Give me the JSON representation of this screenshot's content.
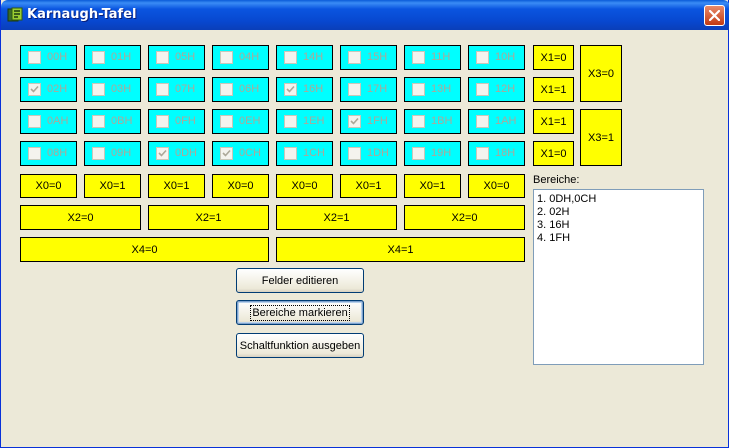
{
  "window": {
    "title": "Karnaugh-Tafel"
  },
  "grid": {
    "rows": [
      [
        {
          "label": "00H",
          "checked": false
        },
        {
          "label": "01H",
          "checked": false
        },
        {
          "label": "05H",
          "checked": false
        },
        {
          "label": "04H",
          "checked": false
        },
        {
          "label": "14H",
          "checked": false
        },
        {
          "label": "15H",
          "checked": false
        },
        {
          "label": "11H",
          "checked": false
        },
        {
          "label": "10H",
          "checked": false
        }
      ],
      [
        {
          "label": "02H",
          "checked": true
        },
        {
          "label": "03H",
          "checked": false
        },
        {
          "label": "07H",
          "checked": false
        },
        {
          "label": "06H",
          "checked": false
        },
        {
          "label": "16H",
          "checked": true
        },
        {
          "label": "17H",
          "checked": false
        },
        {
          "label": "13H",
          "checked": false
        },
        {
          "label": "12H",
          "checked": false
        }
      ],
      [
        {
          "label": "0AH",
          "checked": false
        },
        {
          "label": "0BH",
          "checked": false
        },
        {
          "label": "0FH",
          "checked": false
        },
        {
          "label": "0EH",
          "checked": false
        },
        {
          "label": "1EH",
          "checked": false
        },
        {
          "label": "1FH",
          "checked": true
        },
        {
          "label": "1BH",
          "checked": false
        },
        {
          "label": "1AH",
          "checked": false
        }
      ],
      [
        {
          "label": "08H",
          "checked": false
        },
        {
          "label": "09H",
          "checked": false
        },
        {
          "label": "0DH",
          "checked": true
        },
        {
          "label": "0CH",
          "checked": true
        },
        {
          "label": "1CH",
          "checked": false
        },
        {
          "label": "1DH",
          "checked": false
        },
        {
          "label": "19H",
          "checked": false
        },
        {
          "label": "18H",
          "checked": false
        }
      ]
    ]
  },
  "right_labels": {
    "x1": [
      "X1=0",
      "X1=1",
      "X1=1",
      "X1=0"
    ],
    "x3": [
      "X3=0",
      "X3=1"
    ]
  },
  "bottom_labels": {
    "x0": [
      "X0=0",
      "X0=1",
      "X0=1",
      "X0=0",
      "X0=0",
      "X0=1",
      "X0=1",
      "X0=0"
    ],
    "x2": [
      "X2=0",
      "X2=1",
      "X2=1",
      "X2=0"
    ],
    "x4": [
      "X4=0",
      "X4=1"
    ]
  },
  "buttons": {
    "edit": "Felder editieren",
    "mark": "Bereiche markieren",
    "output": "Schaltfunktion ausgeben"
  },
  "areas": {
    "label": "Bereiche:",
    "items": [
      "1. 0DH,0CH",
      "2. 02H",
      "3. 16H",
      "4. 1FH"
    ]
  },
  "colors": {
    "cell_bg": "#00FFFF",
    "label_bg": "#FFFF00",
    "window_bg": "#ECE9D8",
    "titlebar": "#0A55E0"
  }
}
